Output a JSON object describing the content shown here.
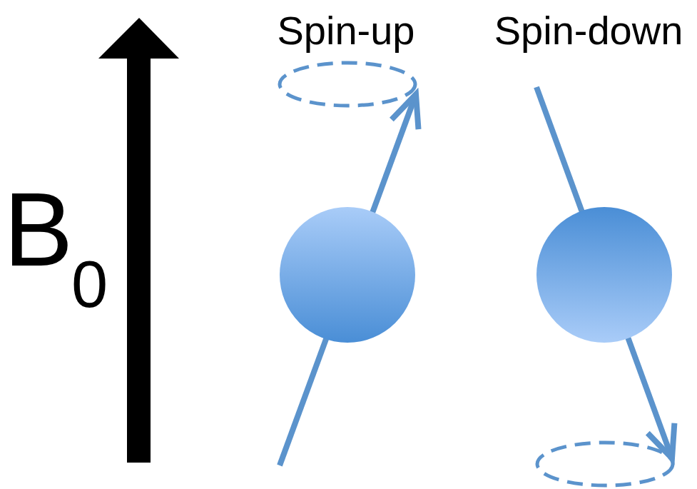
{
  "diagram": {
    "labels": [
      "B",
      "0",
      "Spin-up",
      "Spin-down"
    ]
  }
}
